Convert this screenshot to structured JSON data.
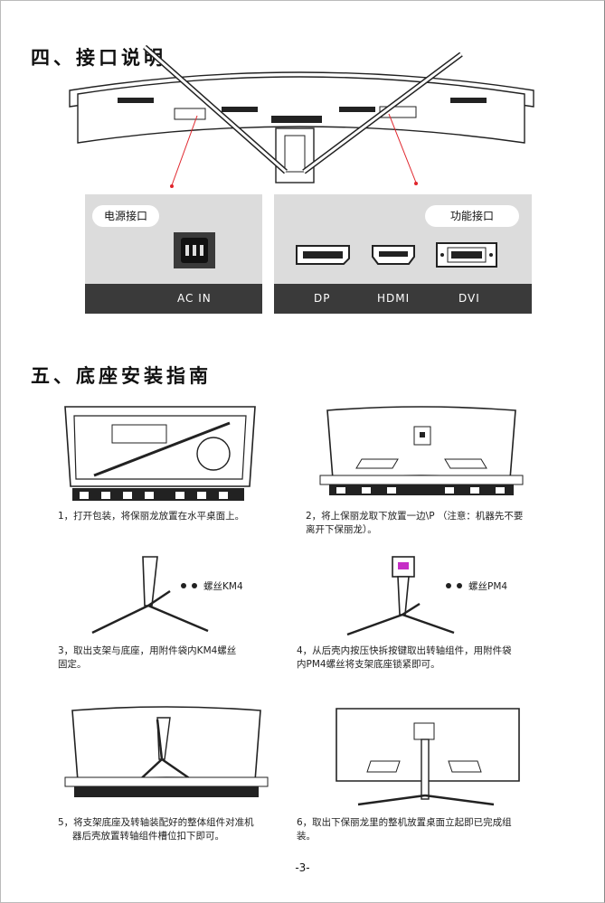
{
  "section4": {
    "title": "四、接口说明"
  },
  "power_panel": {
    "label": "电源接口",
    "port": "AC IN"
  },
  "func_panel": {
    "label": "功能接口",
    "ports": [
      "DP",
      "HDMI",
      "DVI"
    ]
  },
  "section5": {
    "title": "五、底座安装指南"
  },
  "steps": [
    {
      "line1": "1，打开包装，将保丽龙放置在水平桌面上。",
      "line2": ""
    },
    {
      "line1": "2，将上保丽龙取下放置一边\\P （注意：机器先不要",
      "line2": "离开下保丽龙）。"
    },
    {
      "line1": "3，取出支架与底座，用附件袋内KM4螺丝",
      "line2": "固定。"
    },
    {
      "line1": "4，从后壳内按压快拆按键取出转轴组件，用附件袋",
      "line2": "内PM4螺丝将支架底座锁紧即可。"
    },
    {
      "line1": "5，将支架底座及转轴装配好的整体组件对准机",
      "line2": "器后壳放置转轴组件槽位扣下即可。"
    },
    {
      "line1": "6，取出下保丽龙里的整机放置桌面立起即已完成组",
      "line2": "装。"
    }
  ],
  "screw_labels": {
    "km4": "螺丝KM4",
    "pm4": "螺丝PM4"
  },
  "page_number": "-3-",
  "colors": {
    "panel": "#dcdcdc",
    "bar": "#3a3a3a",
    "accent_line": "#e0242b",
    "connector_highlight": "#c62ec6"
  }
}
